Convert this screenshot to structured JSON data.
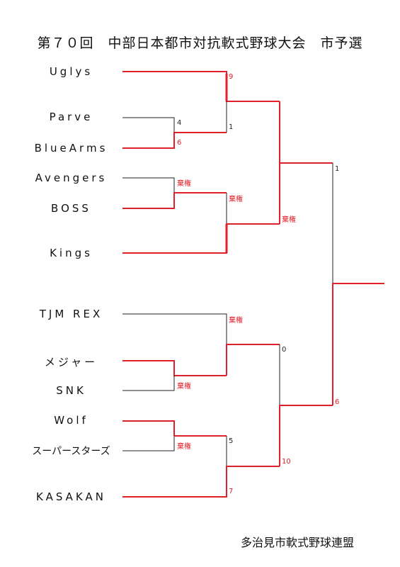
{
  "title": "第７０回　中部日本都市対抗軟式野球大会　市予選",
  "footer": "多治見市軟式野球連盟",
  "colors": {
    "win": "#e0202a",
    "line": "#222222"
  },
  "teams": [
    "Uglys",
    "Parve",
    "BlueArms",
    "Avengers",
    "BOSS",
    "Kings",
    "TJM REX",
    "メジャー",
    "SNK",
    "Wolf",
    "スーパースターズ",
    "KASAKAN"
  ],
  "scores": {
    "r1_parve": "4",
    "r1_bluearms": "6",
    "r1_avengers_boss": "棄権",
    "r1_major_snk": "棄権",
    "r1_wolf_super": "棄権",
    "r2_uglys": "9",
    "r2_bluearms": "1",
    "r2_boss": "棄権",
    "r2_tjmrex": "棄権",
    "r2_major": "0",
    "r2_super": "5",
    "r2_kasakan": "7",
    "sf_top": "棄権",
    "sf_bottom": "10",
    "final_top": "1",
    "final_bottom": "6"
  }
}
